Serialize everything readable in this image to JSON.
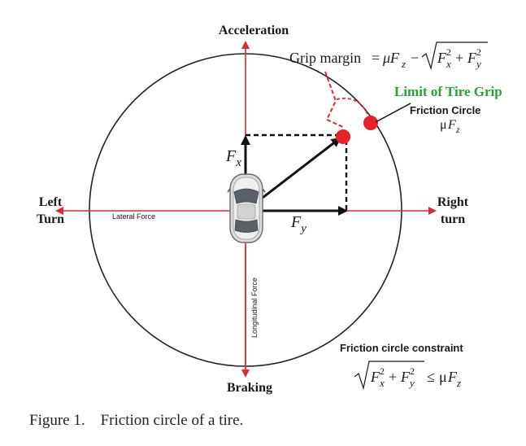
{
  "axes": {
    "acceleration": "Acceleration",
    "braking": "Braking",
    "left_line1": "Left",
    "left_line2": "Turn",
    "right_line1": "Right",
    "right_line2": "turn",
    "lateral_force": "Lateral Force",
    "longitudinal_force": "Longitudinal Force"
  },
  "vectors": {
    "fx_base": "F",
    "fx_sub": "x",
    "fy_base": "F",
    "fy_sub": "y"
  },
  "annotations": {
    "grip_margin_label": "Grip margin",
    "limit_of_tire_grip": "Limit of Tire Grip",
    "friction_circle": "Friction  Circle",
    "friction_constraint_title": "Friction circle constraint"
  },
  "caption": {
    "label": "Figure 1.",
    "text": "Friction circle of a tire."
  },
  "colors": {
    "axis_red": "#e0282d",
    "green_label": "#22a33a",
    "dot_red": "#e8202a"
  }
}
